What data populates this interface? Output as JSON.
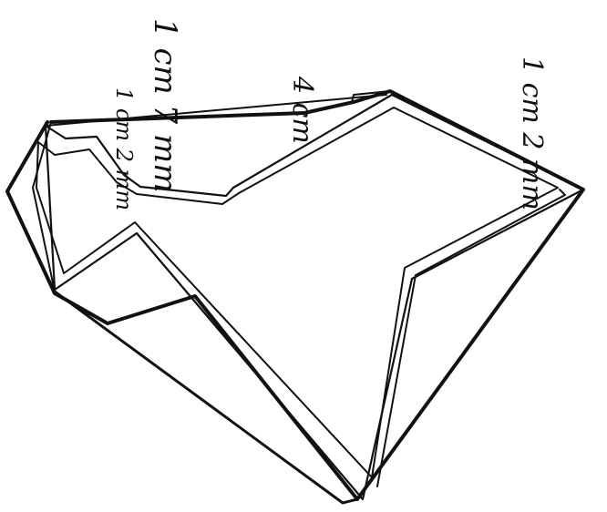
{
  "ink_color": "#111111",
  "labels": {
    "top_width": "4 cm",
    "left_height": "1 cm 7 mm",
    "step": "1 cm 2 mm",
    "right_width": "1 cm 2 mm"
  }
}
